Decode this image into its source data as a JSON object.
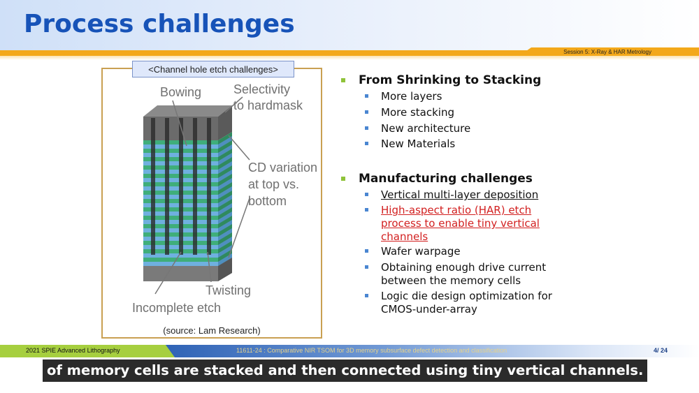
{
  "slide": {
    "title": "Process challenges",
    "session": "Session 5: X-Ray & HAR Metrology"
  },
  "figure": {
    "label": "<Channel hole etch challenges>",
    "annotations": {
      "bowing": "Bowing",
      "selectivity_1": "Selectivity",
      "selectivity_2": "to hardmask",
      "cd_1": "CD variation",
      "cd_2": "at top vs.",
      "cd_3": "bottom",
      "twisting": "Twisting",
      "incomplete": "Incomplete etch"
    },
    "source": "(source: Lam Research)",
    "colors": {
      "layer_green": "#3fae7a",
      "layer_blue": "#6fb0df",
      "hardmask": "#6b6b6b",
      "base": "#7a7a7a"
    }
  },
  "bullets": {
    "section1": {
      "heading": "From Shrinking to Stacking",
      "items": [
        "More layers",
        "More stacking",
        "New architecture",
        "New Materials"
      ]
    },
    "section2": {
      "heading": "Manufacturing challenges",
      "items": [
        "Vertical multi-layer deposition",
        "High-aspect ratio (HAR) etch process to enable tiny vertical channels",
        "Wafer warpage",
        "Obtaining enough drive current between the memory cells",
        "Logic die design optimization for CMOS-under-array"
      ]
    }
  },
  "footer": {
    "left": "2021 SPIE Advanced Lithography",
    "middle": "11611-24 : Comparative NIR TSOM for 3D memory subsurface defect detection and classification",
    "page": "4/ 24"
  },
  "caption": "of memory cells are stacked and then connected using tiny vertical channels."
}
